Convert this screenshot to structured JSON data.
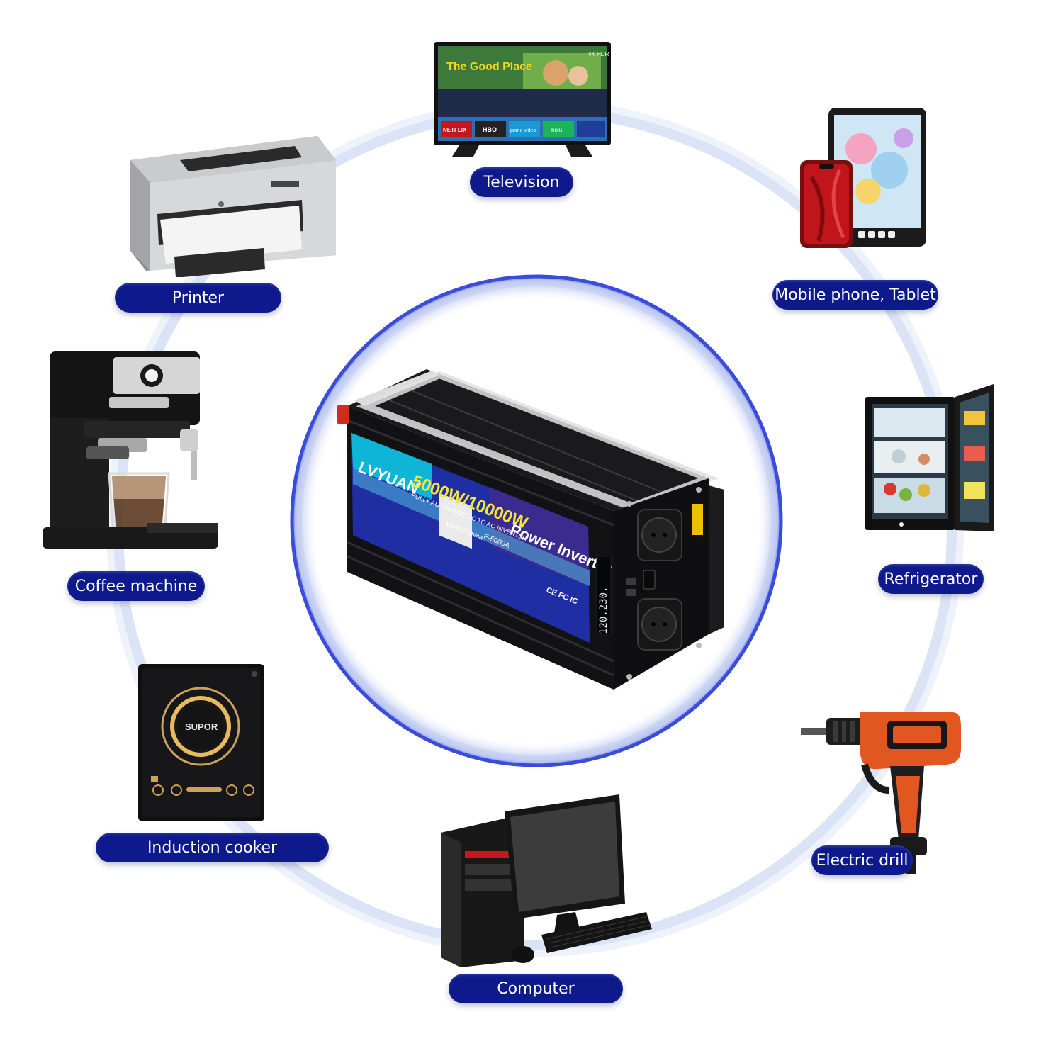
{
  "appliances": [
    {
      "id": "television",
      "label": "Television",
      "icon": "television-icon"
    },
    {
      "id": "mobile",
      "label": "Mobile phone, Tablet",
      "icon": "phone-tablet-icon"
    },
    {
      "id": "refrigerator",
      "label": "Refrigerator",
      "icon": "refrigerator-icon"
    },
    {
      "id": "drill",
      "label": "Electric drill",
      "icon": "drill-icon"
    },
    {
      "id": "computer",
      "label": "Computer",
      "icon": "computer-icon"
    },
    {
      "id": "induction",
      "label": "Induction cooker",
      "icon": "induction-cooker-icon"
    },
    {
      "id": "coffee",
      "label": "Coffee machine",
      "icon": "coffee-machine-icon"
    },
    {
      "id": "printer",
      "label": "Printer",
      "icon": "printer-icon"
    }
  ],
  "inverter": {
    "brand": "LVYUAN",
    "power": "5000W/10000W",
    "subtitle": "FULLY AUTOMATIC DC TO AC INVERTER",
    "title": "Power Inverter",
    "model": "F-5000A",
    "made_in": "Made in china",
    "display_reading": "120.230.",
    "certifications": "CE FC IC"
  },
  "tv_screen": {
    "show_title": "The Good Place",
    "badge": "4K HDR",
    "apps": [
      "NETFLIX",
      "HBO",
      "prime video",
      "hulu"
    ]
  },
  "cooker_brand": "SUPOR",
  "colors": {
    "pill": "#0e1a8c",
    "ring": "#c9d4f2",
    "inner_ring": "#3346d8",
    "inverter_body": "#1b1b1f"
  }
}
